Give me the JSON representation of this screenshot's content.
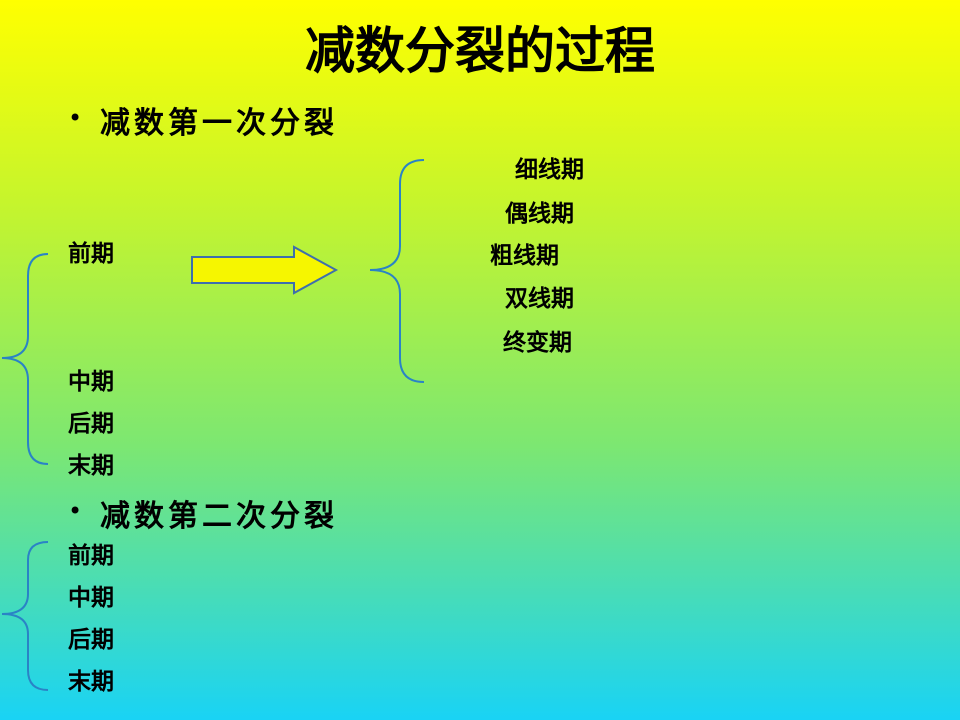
{
  "title": "减数分裂的过程",
  "bullet": "•",
  "meiosis1": {
    "heading": "减数第一次分裂",
    "phases": [
      "前期",
      "中期",
      "后期",
      "末期"
    ],
    "phase_suffix": "",
    "prophase_stages": [
      "细线期",
      "偶线期",
      "粗线期",
      "双线期",
      "终变期"
    ]
  },
  "meiosis2": {
    "heading": "减数第二次分裂",
    "phases": [
      "前期",
      "中期",
      "后期",
      "末期"
    ],
    "phase_suffix": ""
  },
  "colors": {
    "brace": "#2a83c6",
    "arrow_fill": "#f6f600",
    "arrow_stroke": "#3e6fad"
  }
}
